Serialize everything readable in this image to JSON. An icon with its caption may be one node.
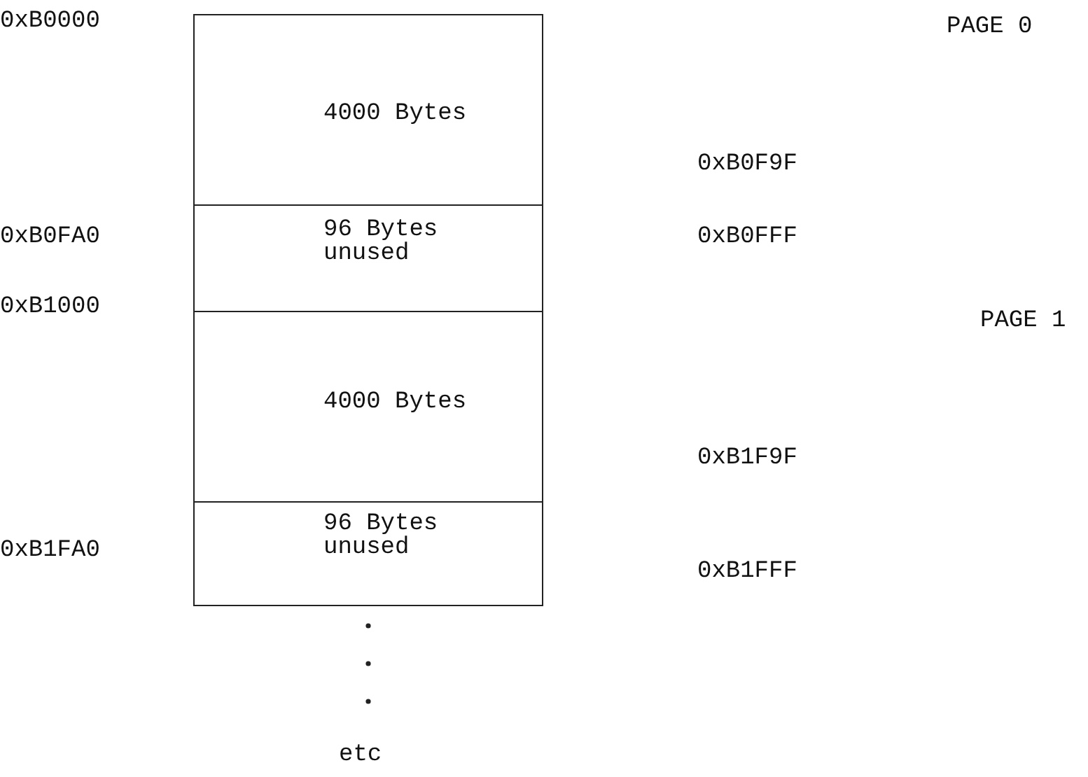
{
  "diagram": {
    "nodes": [
      {
        "text": [
          "4000 Bytes"
        ]
      },
      {
        "text": [
          "96 Bytes unused"
        ]
      },
      {
        "text": [
          "4000 Bytes"
        ]
      },
      {
        "text": [
          "96 Bytes unused"
        ]
      }
    ],
    "labels": [
      "0xB0000",
      "PAGE 0",
      "0xB0F9F",
      "0xB0FA0",
      "0xB0FFF",
      "0xB1000",
      "PAGE 1",
      "0xB1F9F",
      "0xB1FA0",
      "0xB1FFF",
      "etc"
    ]
  }
}
